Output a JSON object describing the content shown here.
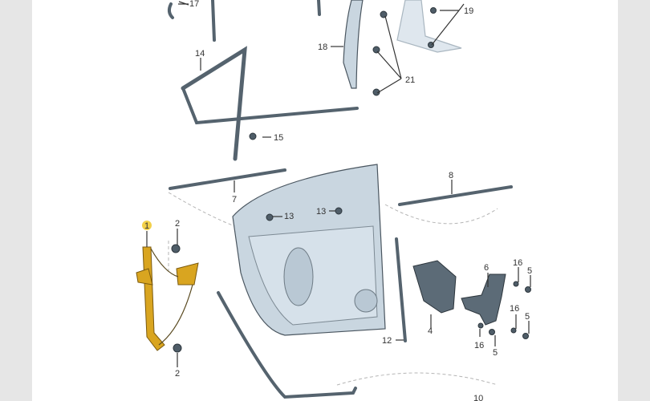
{
  "diagram": {
    "title": "Rear door window regulator exploded parts diagram",
    "highlight_color": "#f2d04a",
    "callouts": {
      "p1": "1",
      "p2a": "2",
      "p2b": "2",
      "p4": "4",
      "p5a": "5",
      "p5b": "5",
      "p5c": "5",
      "p6": "6",
      "p7": "7",
      "p8": "8",
      "p10": "10",
      "p12": "12",
      "p13a": "13",
      "p13b": "13",
      "p14": "14",
      "p15": "15",
      "p16a": "16",
      "p16b": "16",
      "p16c": "16",
      "p17": "17",
      "p18": "18",
      "p19": "19",
      "p21": "21"
    }
  }
}
